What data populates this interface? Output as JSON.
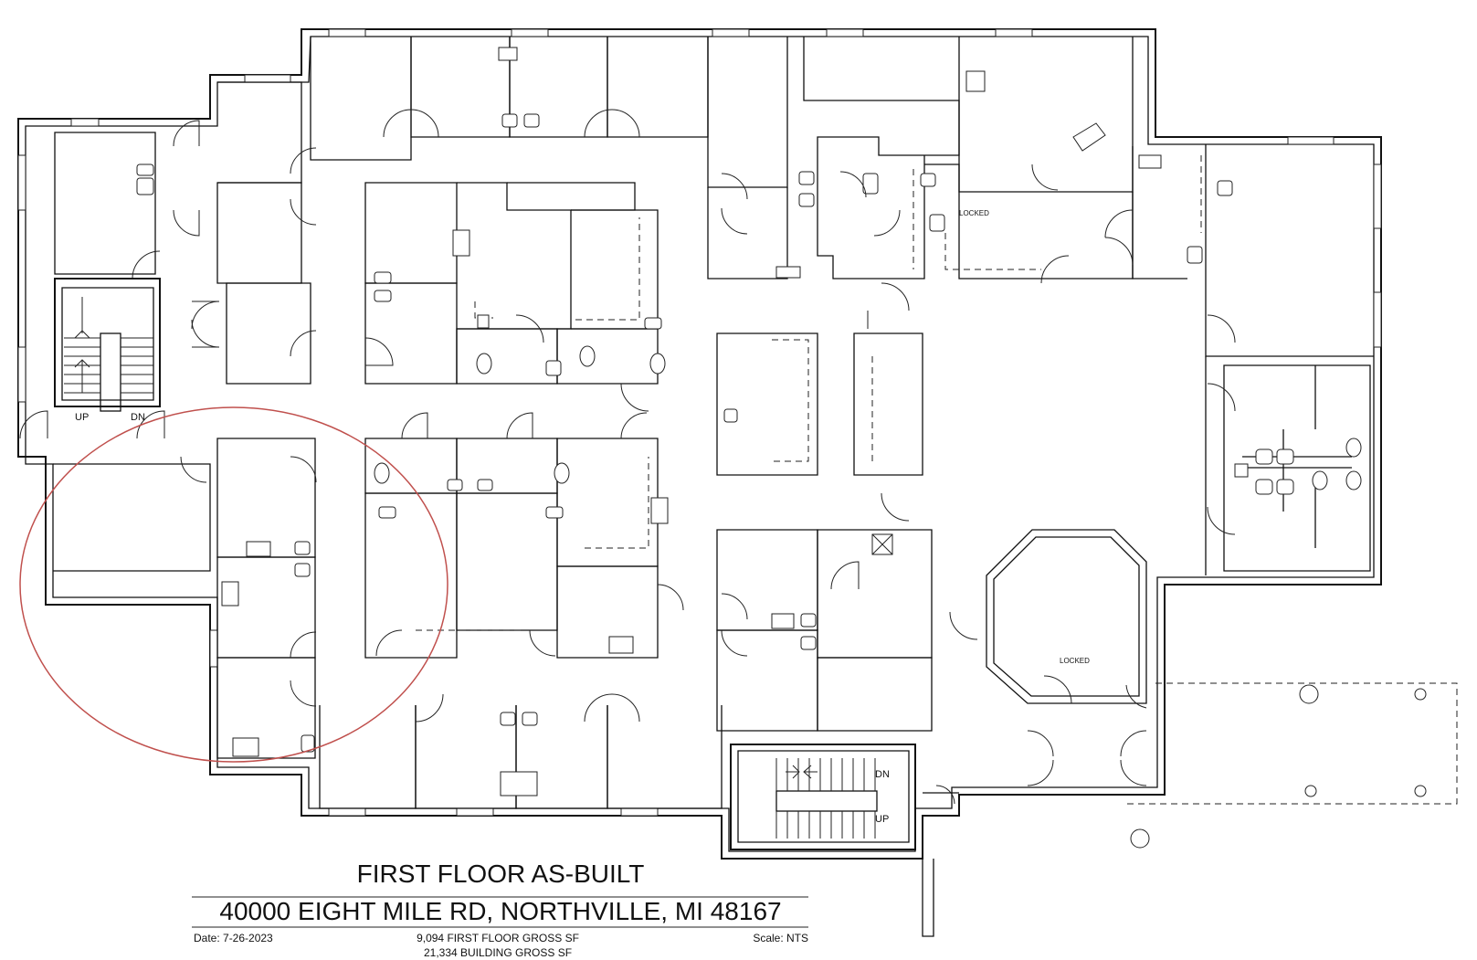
{
  "title": {
    "line1": "FIRST FLOOR AS-BUILT",
    "line2": "40000 EIGHT MILE RD, NORTHVILLE, MI 48167"
  },
  "info": {
    "date": "Date: 7-26-2023",
    "floor_gross": "9,094 FIRST FLOOR GROSS SF",
    "building_gross": "21,334 BUILDING GROSS SF",
    "scale": "Scale: NTS"
  },
  "labels": {
    "stair_west_up": "UP",
    "stair_west_dn": "DN",
    "stair_south_dn": "DN",
    "stair_south_up": "UP",
    "locked_north": "LOCKED",
    "locked_south": "LOCKED"
  },
  "colors": {
    "walls": "#111111",
    "highlight_circle": "#c0504d",
    "background": "#ffffff"
  }
}
